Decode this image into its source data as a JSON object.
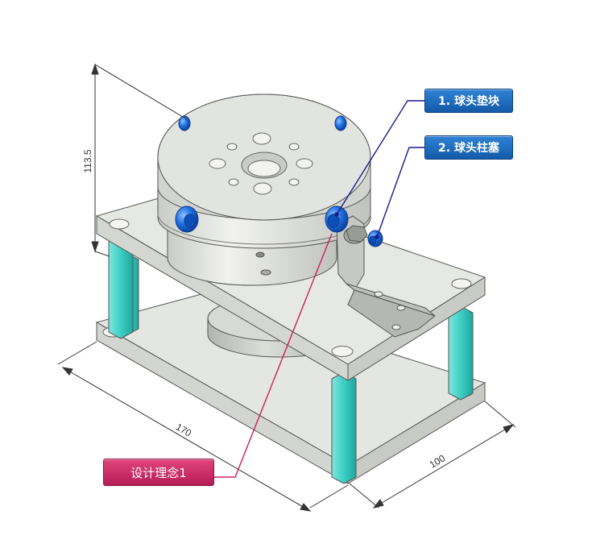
{
  "callouts": {
    "part1": "1. 球头垫块",
    "part2": "2. 球头柱塞",
    "concept": "设计理念1"
  },
  "dimensions": {
    "height": "113.5",
    "length": "170",
    "width": "100"
  },
  "colors": {
    "plate": "#e3e6e0",
    "pillar": "#4fd6cc",
    "ball": "#1f6fe0",
    "callout_blue": "#1f6fc0",
    "callout_pink": "#c8285f",
    "leader_blue": "#1a1a8c",
    "leader_pink": "#d01b5e"
  }
}
